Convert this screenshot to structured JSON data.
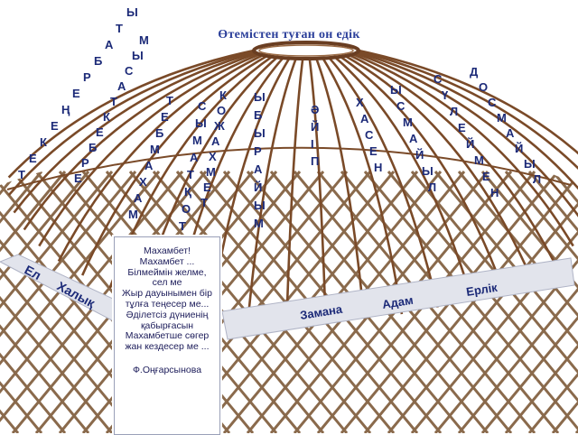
{
  "title": "Өтемістен туған он едік",
  "band_left": {
    "words": [
      "Ел",
      "Халық"
    ]
  },
  "band_right": {
    "words": [
      "Замана",
      "Адам",
      "Ерлік"
    ]
  },
  "poem": {
    "lines": [
      "Махамбет!",
      "Махамбет ...",
      "Білмеймін желме,",
      "сел ме",
      "Жыр дауынымен бір",
      "тұлға теңесер ме...",
      "Әділетсіз дүниенің",
      "қабырғасын",
      "Махамбетше сөгер",
      "жан кездесер ме ..."
    ],
    "author": "Ф.Оңғарсынова"
  },
  "names": [
    {
      "text": "ТЕКЕҢ ЕРБАТЫР"
    },
    {
      "text": "ЕР БЕКТАСЫМ"
    },
    {
      "text": "МАХАМБЕТ"
    },
    {
      "text": "ТОҚТАМЫС"
    },
    {
      "text": "КОЖАХМЕТ"
    },
    {
      "text": "ЫБЫРАЙЫМ"
    },
    {
      "text": "ӘЙІП"
    },
    {
      "text": "ХАСЕН"
    },
    {
      "text": "ЫСМАЙЫЛ"
    },
    {
      "text": "СҮЛЕЙМЕН"
    },
    {
      "text": "ДОСМАЙЫЛ"
    }
  ],
  "colors": {
    "wood": "#7a4a28",
    "lattice": "#8a6a4c",
    "band": "#e2e4ec",
    "text": "#1c2a78"
  }
}
